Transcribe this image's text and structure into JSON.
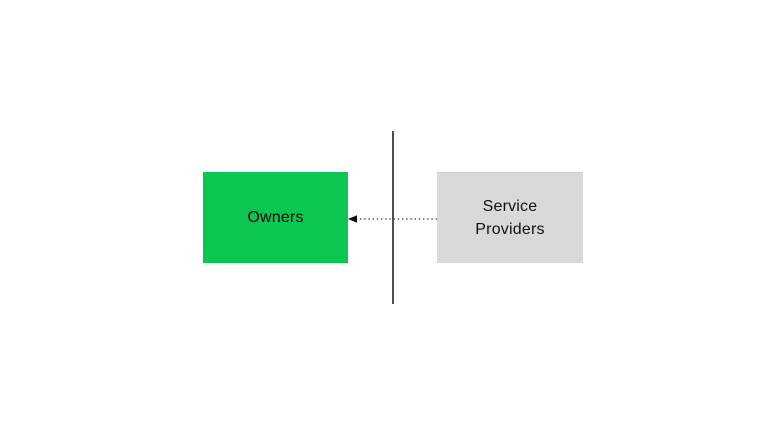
{
  "canvas": {
    "background": "#ffffff"
  },
  "diagram": {
    "nodes": [
      {
        "id": "owners",
        "label": "Owners",
        "fill": "#0bc752",
        "text_color": "#000000"
      },
      {
        "id": "service-providers",
        "label": "Service Providers",
        "fill": "#d9d9d9",
        "text_color": "#111111"
      }
    ],
    "divider": {
      "orientation": "vertical",
      "color": "#4f4f4f"
    },
    "arrow": {
      "style": "dotted",
      "from": "service-providers",
      "to": "owners",
      "direction": "right-to-left",
      "color": "#333333"
    }
  }
}
